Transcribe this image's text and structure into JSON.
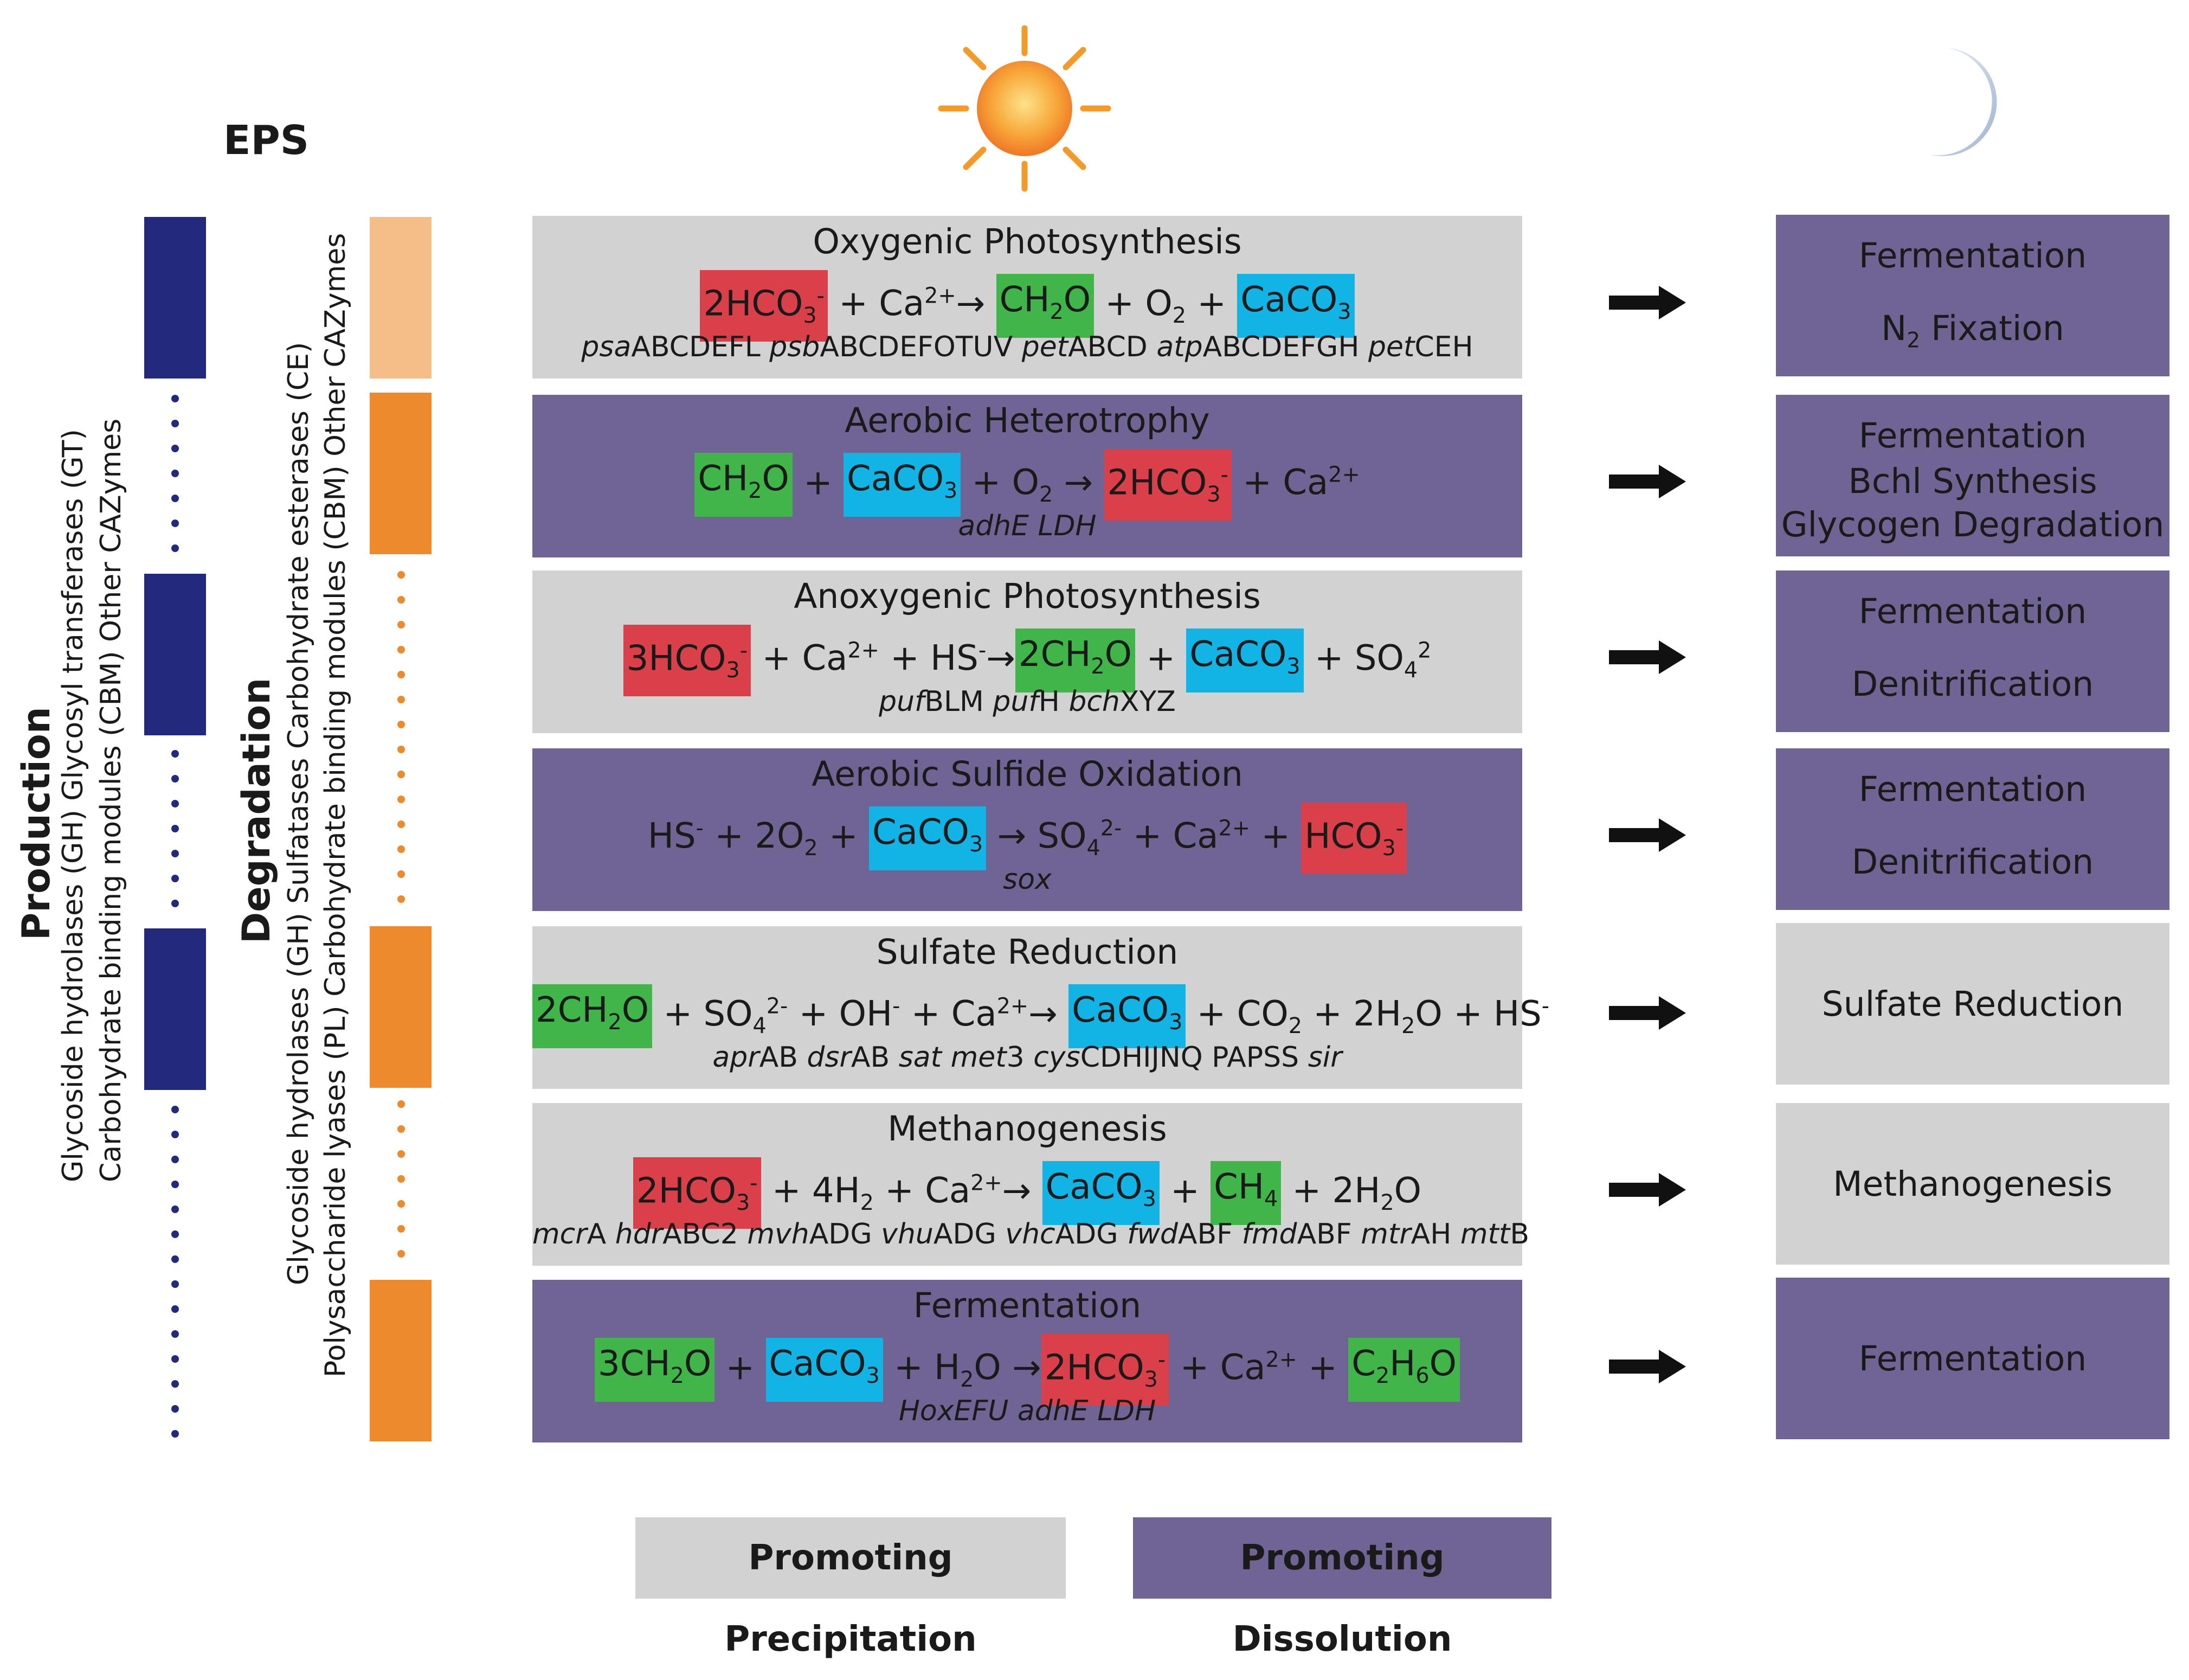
{
  "eps_label": "EPS",
  "production": {
    "title": "Production",
    "line1": "Glycoside hydrolases (GH) Glycosyl transferases (GT)",
    "line2": "Carbohydrate binding modules (CBM) Other CAZymes",
    "bar_color": "#232a7e"
  },
  "degradation": {
    "title": "Degradation",
    "line1": "Glycoside hydrolases (GH) Sulfatases Carbohydrate esterases (CE)",
    "line2": "Polysaccharide lyases (PL) Carbohydrate binding modules (CBM) Other CAZymes",
    "bar_color": "#ee8a2e",
    "bar_light_color": "#f5bd88"
  },
  "colors": {
    "precipitation": "#d2d2d2",
    "dissolution": "#706494",
    "red": "#d9404a",
    "green": "#3fb54a",
    "blue": "#12b4e6"
  },
  "icons": {
    "day": "sun-icon",
    "night": "moon-icon",
    "transition": "arrow-right-icon"
  },
  "processes": [
    {
      "title": "Oxygenic Photosynthesis",
      "effect": "precipitation",
      "equation": [
        {
          "t": "2HCO",
          "sub": "3",
          "sup": "-",
          "c": "red"
        },
        {
          "t": " + Ca",
          "sup": "2+"
        },
        {
          "t": "→ "
        },
        {
          "t": "CH",
          "sub": "2",
          "t2": "O",
          "c": "green"
        },
        {
          "t": " + O",
          "sub": "2"
        },
        {
          "t": " + "
        },
        {
          "t": "CaCO",
          "sub": "3",
          "c": "blue"
        }
      ],
      "genes": [
        [
          "psa",
          "ABCDEFL "
        ],
        [
          "psb",
          "ABCDEFOTUV "
        ],
        [
          "pet",
          "ABCD "
        ],
        [
          "atp",
          "ABCDEFGH "
        ],
        [
          "pet",
          "CEH"
        ]
      ],
      "night": [
        "Fermentation",
        "N",
        "2",
        " Fixation"
      ],
      "night_effect": "dissolution"
    },
    {
      "title": "Aerobic Heterotrophy",
      "effect": "dissolution",
      "equation": [
        {
          "t": "CH",
          "sub": "2",
          "t2": "O",
          "c": "green"
        },
        {
          "t": " + "
        },
        {
          "t": "CaCO",
          "sub": "3",
          "c": "blue"
        },
        {
          "t": " + O",
          "sub": "2"
        },
        {
          "t": " → "
        },
        {
          "t": "2HCO",
          "sub": "3",
          "sup": "-",
          "c": "red"
        },
        {
          "t": " + Ca",
          "sup": "2+"
        }
      ],
      "genes": [
        [
          "adhE LDH",
          ""
        ]
      ],
      "night": [
        "Fermentation",
        "Bchl Synthesis",
        "Glycogen Degradation"
      ],
      "night_effect": "dissolution"
    },
    {
      "title": "Anoxygenic Photosynthesis",
      "effect": "precipitation",
      "equation": [
        {
          "t": "3HCO",
          "sub": "3",
          "sup": "-",
          "c": "red"
        },
        {
          "t": " + Ca",
          "sup": "2+"
        },
        {
          "t": " + HS",
          "sup": "-"
        },
        {
          "t": "→"
        },
        {
          "t": "2CH",
          "sub": "2",
          "t2": "O",
          "c": "green"
        },
        {
          "t": " + "
        },
        {
          "t": "CaCO",
          "sub": "3",
          "c": "blue"
        },
        {
          "t": " + SO",
          "sub": "4",
          "sup": "2"
        }
      ],
      "genes": [
        [
          "puf",
          "BLM "
        ],
        [
          "puf",
          "H "
        ],
        [
          "bch",
          "XYZ"
        ]
      ],
      "night": [
        "Fermentation",
        "Denitrification"
      ],
      "night_effect": "dissolution"
    },
    {
      "title": "Aerobic Sulfide Oxidation",
      "effect": "dissolution",
      "equation": [
        {
          "t": "HS",
          "sup": "-"
        },
        {
          "t": " + 2O",
          "sub": "2"
        },
        {
          "t": " + "
        },
        {
          "t": "CaCO",
          "sub": "3",
          "c": "blue"
        },
        {
          "t": " → SO",
          "sub": "4",
          "sup": "2-"
        },
        {
          "t": " + Ca",
          "sup": "2+"
        },
        {
          "t": " + "
        },
        {
          "t": "HCO",
          "sub": "3",
          "sup": "-",
          "c": "red"
        }
      ],
      "genes": [
        [
          "sox",
          ""
        ]
      ],
      "night": [
        "Fermentation",
        "Denitrification"
      ],
      "night_effect": "dissolution"
    },
    {
      "title": "Sulfate Reduction",
      "effect": "precipitation",
      "equation": [
        {
          "t": "2CH",
          "sub": "2",
          "t2": "O",
          "c": "green"
        },
        {
          "t": " + SO",
          "sub": "4",
          "sup": "2-"
        },
        {
          "t": " + OH",
          "sup": "-"
        },
        {
          "t": " + Ca",
          "sup": "2+"
        },
        {
          "t": "→ "
        },
        {
          "t": "CaCO",
          "sub": "3",
          "c": "blue"
        },
        {
          "t": " + CO",
          "sub": "2"
        },
        {
          "t": " + 2H",
          "sub": "2",
          "t2": "O"
        },
        {
          "t": " + HS",
          "sup": "-"
        }
      ],
      "genes": [
        [
          "apr",
          "AB "
        ],
        [
          "dsr",
          "AB "
        ],
        [
          "sat met",
          "3 "
        ],
        [
          "cys",
          "CDHIJNQ PAPSS "
        ],
        [
          "sir",
          ""
        ]
      ],
      "night": [
        "Sulfate Reduction"
      ],
      "night_effect": "precipitation"
    },
    {
      "title": "Methanogenesis",
      "effect": "precipitation",
      "equation": [
        {
          "t": "2HCO",
          "sub": "3",
          "sup": "-",
          "c": "red"
        },
        {
          "t": " + 4H",
          "sub": "2"
        },
        {
          "t": " + Ca",
          "sup": "2+"
        },
        {
          "t": "→ "
        },
        {
          "t": "CaCO",
          "sub": "3",
          "c": "blue"
        },
        {
          "t": " + "
        },
        {
          "t": "CH",
          "sub": "4",
          "c": "green"
        },
        {
          "t": " + 2H",
          "sub": "2",
          "t2": "O"
        }
      ],
      "genes": [
        [
          "mcr",
          "A "
        ],
        [
          "hdr",
          "ABC2 "
        ],
        [
          "mvh",
          "ADG "
        ],
        [
          "vhu",
          "ADG "
        ],
        [
          "vhc",
          "ADG "
        ],
        [
          "fwd",
          "ABF "
        ],
        [
          "fmd",
          "ABF "
        ],
        [
          "mtr",
          "AH "
        ],
        [
          "mtt",
          "B"
        ]
      ],
      "night": [
        "Methanogenesis"
      ],
      "night_effect": "precipitation"
    },
    {
      "title": "Fermentation",
      "effect": "dissolution",
      "equation": [
        {
          "t": "3CH",
          "sub": "2",
          "t2": "O",
          "c": "green"
        },
        {
          "t": " + "
        },
        {
          "t": "CaCO",
          "sub": "3",
          "c": "blue"
        },
        {
          "t": " + H",
          "sub": "2",
          "t2": "O"
        },
        {
          "t": " →"
        },
        {
          "t": "2HCO",
          "sub": "3",
          "sup": "-",
          "c": "red"
        },
        {
          "t": " + Ca",
          "sup": "2+"
        },
        {
          "t": " + "
        },
        {
          "t": "C",
          "sub": "2",
          "t2": "H",
          "sub2": "6",
          "t3": "O",
          "c": "green"
        }
      ],
      "genes": [
        [
          "HoxEFU adhE LDH",
          ""
        ]
      ],
      "night": [
        "Fermentation"
      ],
      "night_effect": "dissolution"
    }
  ],
  "legend": {
    "precipitation": "Promoting Precipitation",
    "dissolution": "Promoting Dissolution"
  }
}
